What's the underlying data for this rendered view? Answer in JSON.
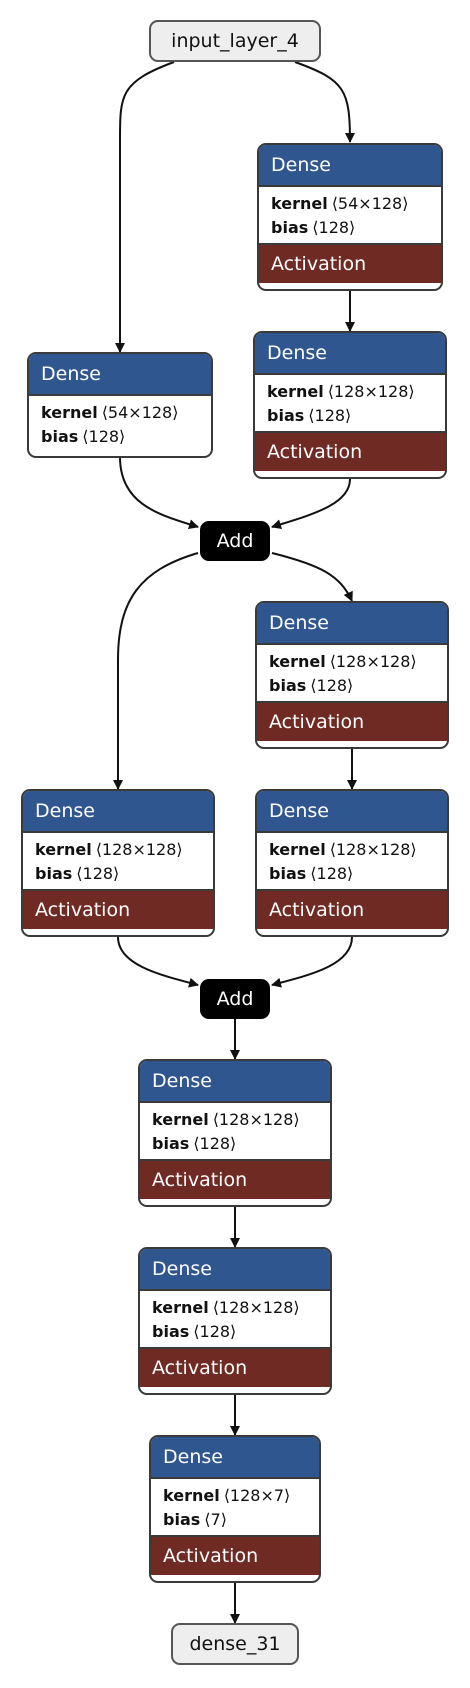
{
  "colors": {
    "dense_header": "#2f568f",
    "activation": "#6e2a23",
    "add": "#000000",
    "io_bg": "#eeeeee",
    "edge": "#111111"
  },
  "input": {
    "label": "input_layer_4"
  },
  "output": {
    "label": "dense_31"
  },
  "add_nodes": [
    {
      "label": "Add"
    },
    {
      "label": "Add"
    }
  ],
  "dense_nodes": [
    {
      "title": "Dense",
      "kernel_key": "kernel",
      "kernel": "⟨54×128⟩",
      "bias_key": "bias",
      "bias": "⟨128⟩",
      "activation": "Activation"
    },
    {
      "title": "Dense",
      "kernel_key": "kernel",
      "kernel": "⟨128×128⟩",
      "bias_key": "bias",
      "bias": "⟨128⟩",
      "activation": "Activation"
    },
    {
      "title": "Dense",
      "kernel_key": "kernel",
      "kernel": "⟨54×128⟩",
      "bias_key": "bias",
      "bias": "⟨128⟩"
    },
    {
      "title": "Dense",
      "kernel_key": "kernel",
      "kernel": "⟨128×128⟩",
      "bias_key": "bias",
      "bias": "⟨128⟩",
      "activation": "Activation"
    },
    {
      "title": "Dense",
      "kernel_key": "kernel",
      "kernel": "⟨128×128⟩",
      "bias_key": "bias",
      "bias": "⟨128⟩",
      "activation": "Activation"
    },
    {
      "title": "Dense",
      "kernel_key": "kernel",
      "kernel": "⟨128×128⟩",
      "bias_key": "bias",
      "bias": "⟨128⟩",
      "activation": "Activation"
    },
    {
      "title": "Dense",
      "kernel_key": "kernel",
      "kernel": "⟨128×128⟩",
      "bias_key": "bias",
      "bias": "⟨128⟩",
      "activation": "Activation"
    },
    {
      "title": "Dense",
      "kernel_key": "kernel",
      "kernel": "⟨128×128⟩",
      "bias_key": "bias",
      "bias": "⟨128⟩",
      "activation": "Activation"
    },
    {
      "title": "Dense",
      "kernel_key": "kernel",
      "kernel": "⟨128×7⟩",
      "bias_key": "bias",
      "bias": "⟨7⟩",
      "activation": "Activation"
    }
  ]
}
